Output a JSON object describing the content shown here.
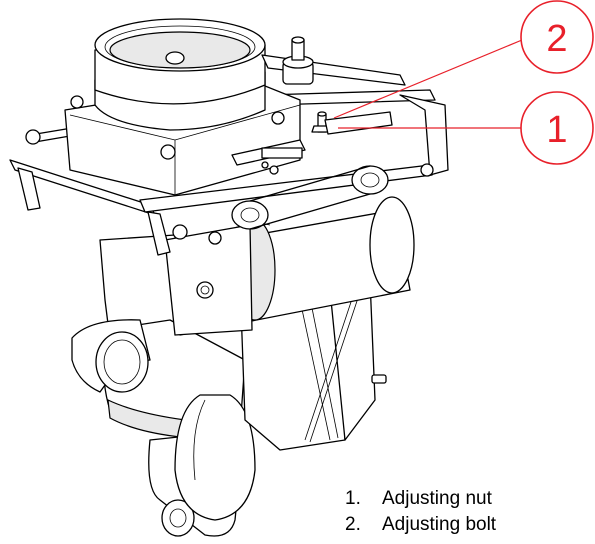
{
  "callouts": [
    {
      "number": "2"
    },
    {
      "number": "1"
    }
  ],
  "legend": [
    {
      "number": "1.",
      "label": "Adjusting nut"
    },
    {
      "number": "2.",
      "label": "Adjusting bolt"
    }
  ],
  "colors": {
    "callout": "#e8202a",
    "line": "#000000",
    "background": "#ffffff"
  }
}
